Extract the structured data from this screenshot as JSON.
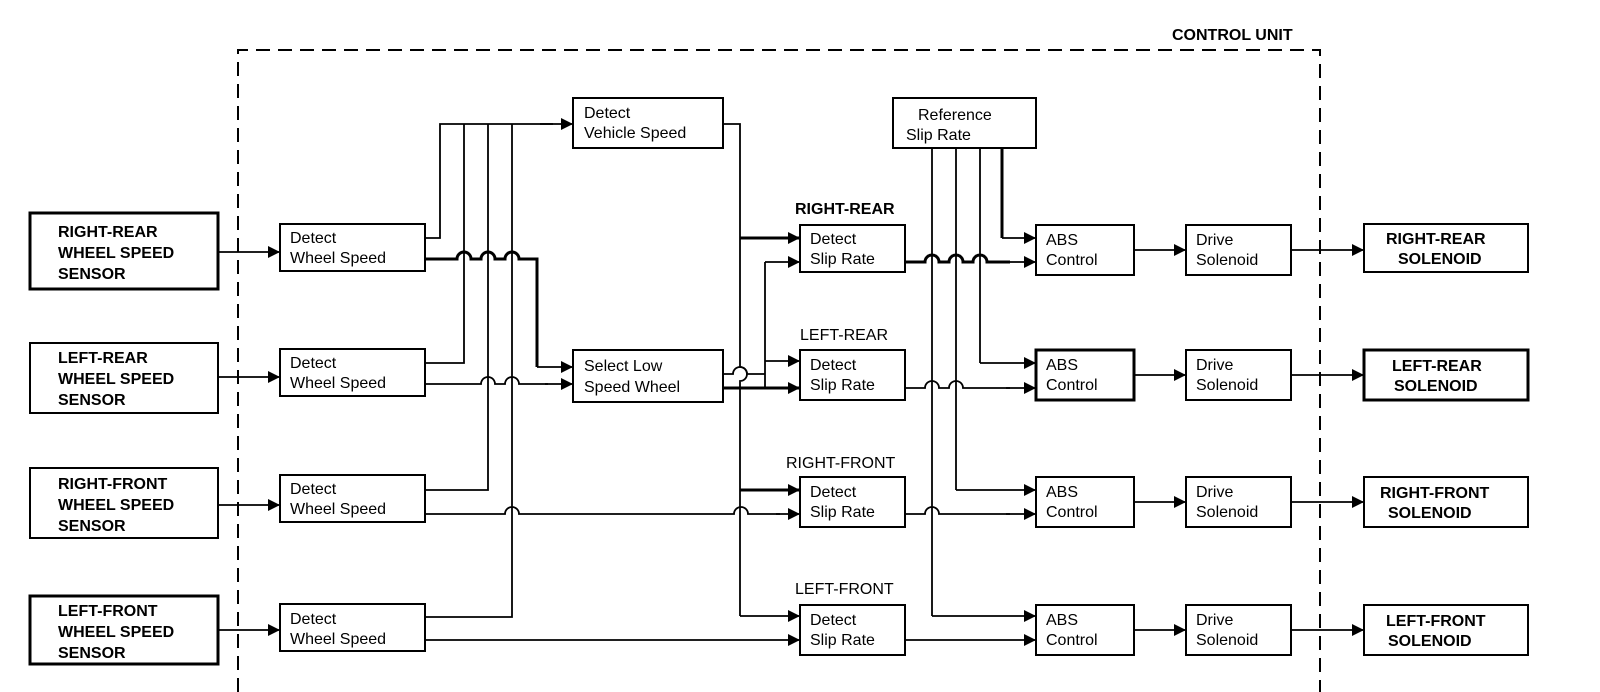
{
  "control_unit_label": "CONTROL UNIT",
  "sensors": [
    [
      "RIGHT-REAR",
      "WHEEL SPEED",
      "SENSOR"
    ],
    [
      "LEFT-REAR",
      "WHEEL SPEED",
      "SENSOR"
    ],
    [
      "RIGHT-FRONT",
      "WHEEL SPEED",
      "SENSOR"
    ],
    [
      "LEFT-FRONT",
      "WHEEL SPEED",
      "SENSOR"
    ]
  ],
  "detect_wheel_speed": [
    "Detect",
    "Wheel Speed"
  ],
  "detect_vehicle_speed": [
    "Detect",
    "Vehicle Speed"
  ],
  "select_low_speed_wheel": [
    "Select Low",
    "Speed Wheel"
  ],
  "reference_slip_rate": [
    "Reference",
    "Slip Rate"
  ],
  "slip_channels": [
    "RIGHT-REAR",
    "LEFT-REAR",
    "RIGHT-FRONT",
    "LEFT-FRONT"
  ],
  "detect_slip_rate": [
    "Detect",
    "Slip Rate"
  ],
  "abs_control": [
    "ABS",
    "Control"
  ],
  "drive_solenoid": [
    "Drive",
    "Solenoid"
  ],
  "solenoids": [
    [
      "RIGHT-REAR",
      "SOLENOID"
    ],
    [
      "LEFT-REAR",
      "SOLENOID"
    ],
    [
      "RIGHT-FRONT",
      "SOLENOID"
    ],
    [
      "LEFT-FRONT",
      "SOLENOID"
    ]
  ]
}
